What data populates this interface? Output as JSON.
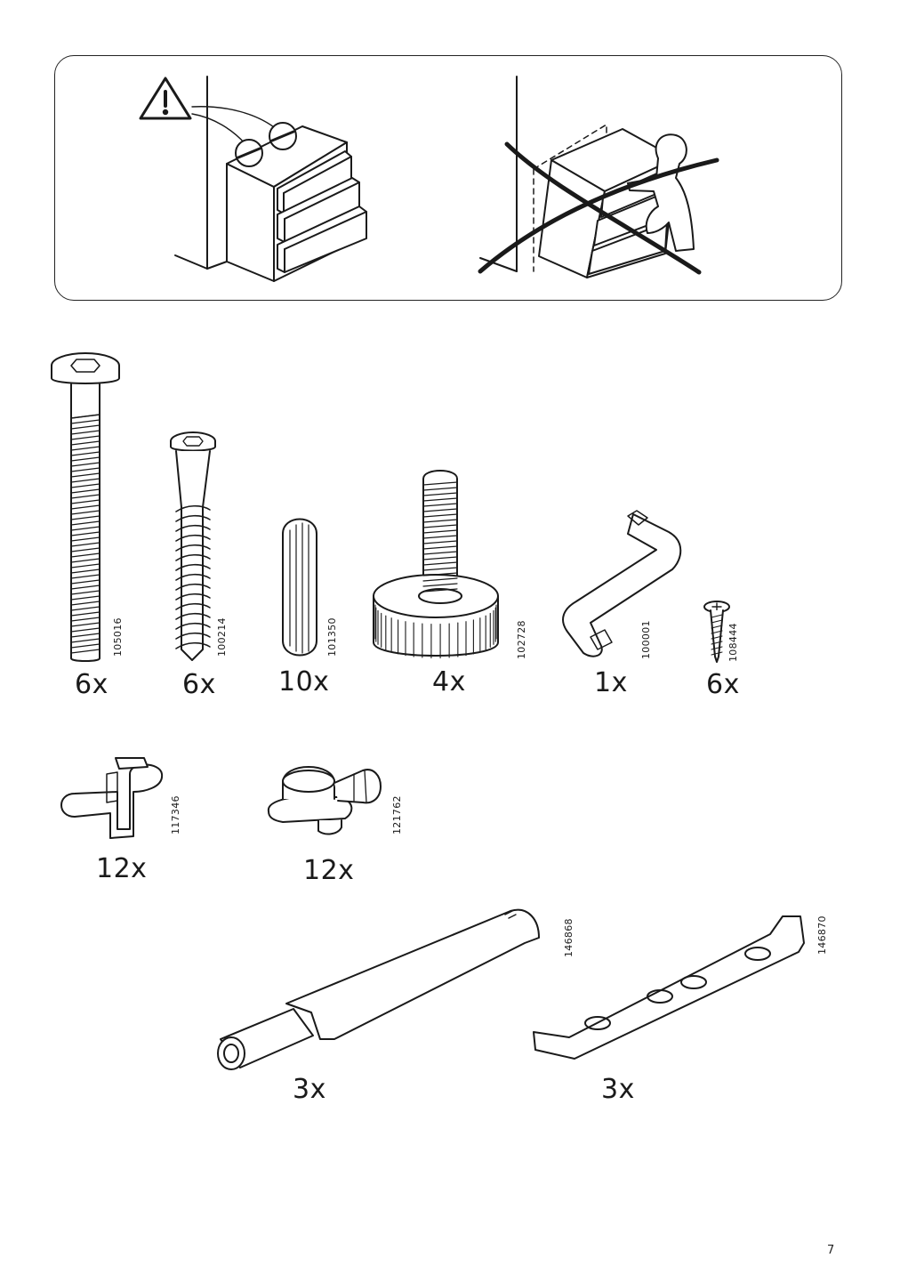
{
  "page": {
    "number": "7"
  },
  "warning": {
    "icon": "warning-triangle-icon",
    "left_illustration": "dresser-anchored-to-wall",
    "right_illustration": "child-climbing-dresser-prohibited"
  },
  "parts": [
    {
      "id": "105016",
      "qty": "6x",
      "icon": "long-bolt-icon"
    },
    {
      "id": "100214",
      "qty": "6x",
      "icon": "screw-icon"
    },
    {
      "id": "101350",
      "qty": "10x",
      "icon": "wood-dowel-icon"
    },
    {
      "id": "102728",
      "qty": "4x",
      "icon": "adjustable-foot-icon"
    },
    {
      "id": "100001",
      "qty": "1x",
      "icon": "allen-key-icon"
    },
    {
      "id": "108444",
      "qty": "6x",
      "icon": "small-screw-icon"
    },
    {
      "id": "117346",
      "qty": "12x",
      "icon": "drawer-stop-icon"
    },
    {
      "id": "121762",
      "qty": "12x",
      "icon": "cam-lock-icon"
    },
    {
      "id": "146868",
      "qty": "3x",
      "icon": "push-opener-icon"
    },
    {
      "id": "146870",
      "qty": "3x",
      "icon": "mounting-plate-icon"
    }
  ]
}
